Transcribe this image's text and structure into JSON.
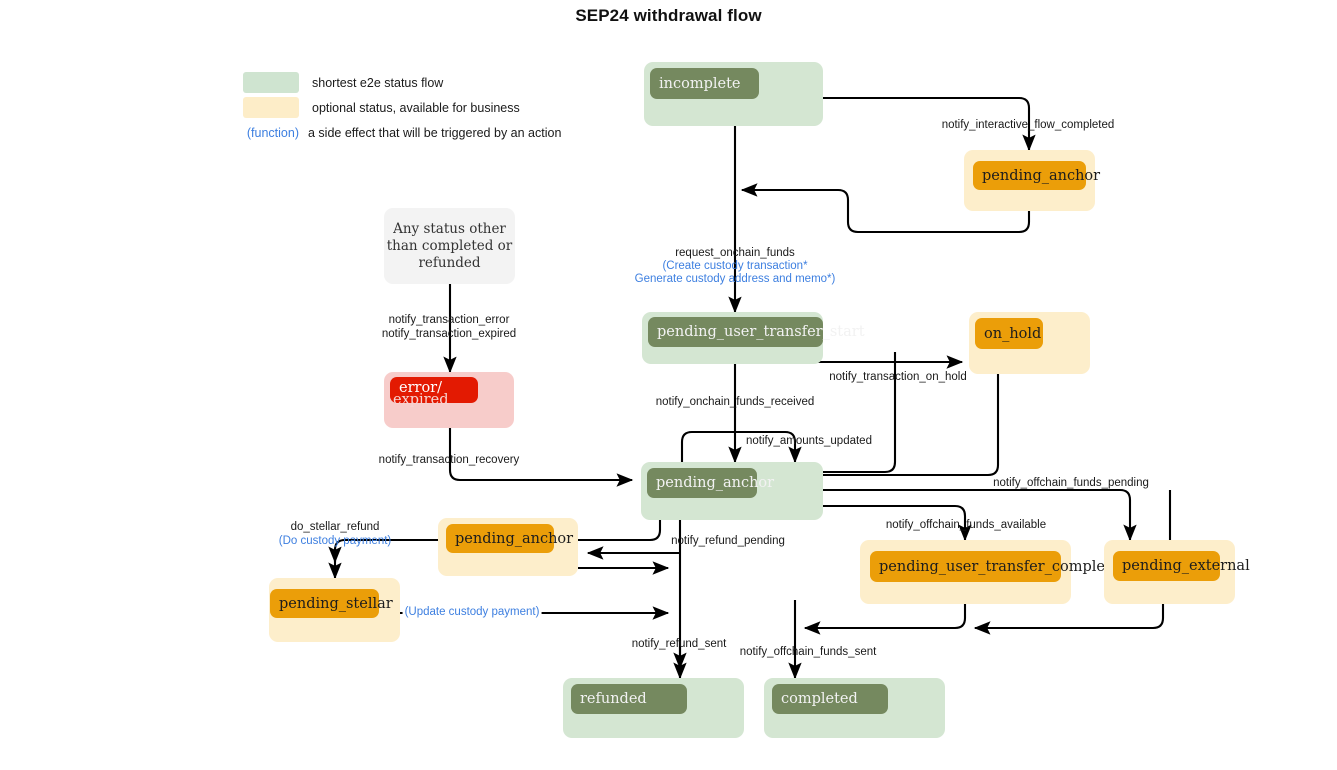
{
  "title": "SEP24 withdrawal flow",
  "colors": {
    "green_outer": "#d4e6d2",
    "green_inner": "#75895f",
    "cream_outer": "#fdeecb",
    "cream_inner": "#eb9e09",
    "pink_outer": "#f7ccca",
    "pink_inner": "#e31a02",
    "grey_outer": "#f3f3f3",
    "function_text": "#3d7fe0",
    "edge": "#000000"
  },
  "legend": {
    "items": [
      {
        "swatch": "green",
        "text": "shortest e2e status flow"
      },
      {
        "swatch": "cream",
        "text": "optional status, available for business"
      },
      {
        "swatch": "function",
        "marker": "(function)",
        "text": "a side effect that will be triggered by an action"
      }
    ]
  },
  "nodes": [
    {
      "id": "incomplete",
      "label": "incomplete",
      "kind": "green"
    },
    {
      "id": "pending_anchor_top",
      "label": "pending_anchor",
      "kind": "cream"
    },
    {
      "id": "any_status",
      "label": "Any status other than completed or refunded",
      "kind": "grey"
    },
    {
      "id": "error_expired",
      "label": "error/",
      "label2": "expired",
      "kind": "pink"
    },
    {
      "id": "pending_user_transfer_start",
      "label": "pending_user_transfer_start",
      "kind": "green"
    },
    {
      "id": "on_hold",
      "label": "on_hold",
      "kind": "cream"
    },
    {
      "id": "pending_anchor_center",
      "label": "pending_anchor",
      "kind": "green"
    },
    {
      "id": "pending_anchor_refund",
      "label": "pending_anchor",
      "kind": "cream"
    },
    {
      "id": "pending_stellar",
      "label": "pending_stellar",
      "kind": "cream"
    },
    {
      "id": "pending_user_transfer_complete",
      "label": "pending_user_transfer_complete",
      "kind": "cream"
    },
    {
      "id": "pending_external",
      "label": "pending_external",
      "kind": "cream"
    },
    {
      "id": "refunded",
      "label": "refunded",
      "kind": "green"
    },
    {
      "id": "completed",
      "label": "completed",
      "kind": "green"
    }
  ],
  "edge_labels": [
    {
      "id": "notify_interactive_flow_completed",
      "text": "notify_interactive_flow_completed"
    },
    {
      "id": "request_onchain_funds",
      "text": "request_onchain_funds"
    },
    {
      "id": "request_onchain_funds_fn1",
      "text": "(Create custody transaction*"
    },
    {
      "id": "request_onchain_funds_fn2",
      "text": "Generate custody address and memo*)"
    },
    {
      "id": "notify_transaction_error",
      "text": "notify_transaction_error"
    },
    {
      "id": "notify_transaction_expired",
      "text": "notify_transaction_expired"
    },
    {
      "id": "notify_transaction_recovery",
      "text": "notify_transaction_recovery"
    },
    {
      "id": "notify_onchain_funds_received",
      "text": "notify_onchain_funds_received"
    },
    {
      "id": "notify_amounts_updated",
      "text": "notify_amounts_updated"
    },
    {
      "id": "notify_transaction_on_hold",
      "text": "notify_transaction_on_hold"
    },
    {
      "id": "notify_offchain_funds_pending",
      "text": "notify_offchain_funds_pending"
    },
    {
      "id": "notify_offchain_funds_available",
      "text": "notify_offchain_funds_available"
    },
    {
      "id": "do_stellar_refund",
      "text": "do_stellar_refund"
    },
    {
      "id": "do_stellar_refund_fn",
      "text": "(Do custody payment)"
    },
    {
      "id": "update_custody_payment_fn",
      "text": "(Update custody payment)"
    },
    {
      "id": "notify_refund_pending",
      "text": "notify_refund_pending"
    },
    {
      "id": "notify_refund_sent",
      "text": "notify_refund_sent"
    },
    {
      "id": "notify_offchain_funds_sent",
      "text": "notify_offchain_funds_sent"
    }
  ]
}
